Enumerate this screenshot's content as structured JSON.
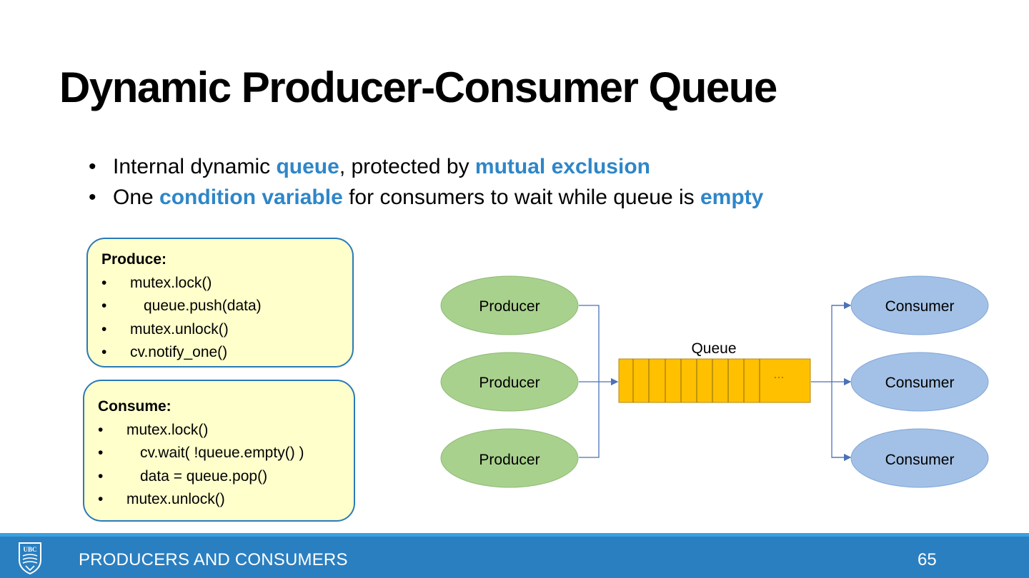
{
  "slide": {
    "title": "Dynamic Producer-Consumer Queue",
    "bullets": [
      {
        "pre": "Internal dynamic ",
        "hl1": "queue",
        "mid": ", protected by ",
        "hl2": "mutual exclusion",
        "post": ""
      },
      {
        "pre": "One ",
        "hl1": "condition variable",
        "mid": " for consumers to wait while queue is ",
        "hl2": "empty",
        "post": ""
      }
    ],
    "produce": {
      "heading": "Produce:",
      "lines": [
        "mutex.lock()",
        "queue.push(data)",
        "mutex.unlock()",
        "cv.notify_one()"
      ]
    },
    "consume": {
      "heading": "Consume:",
      "lines": [
        "mutex.lock()",
        "cv.wait( !queue.empty() )",
        "data = queue.pop()",
        "mutex.unlock()"
      ]
    },
    "diagram": {
      "producers": [
        "Producer",
        "Producer",
        "Producer"
      ],
      "consumers": [
        "Consumer",
        "Consumer",
        "Consumer"
      ],
      "queue_label": "Queue",
      "queue_ellipsis": "...",
      "colors": {
        "producer": "#a9d18e",
        "consumer": "#a3c1e6",
        "queue": "#ffc000"
      }
    },
    "footer": {
      "section": "PRODUCERS AND CONSUMERS",
      "page": "65",
      "logo_text": "UBC"
    }
  }
}
